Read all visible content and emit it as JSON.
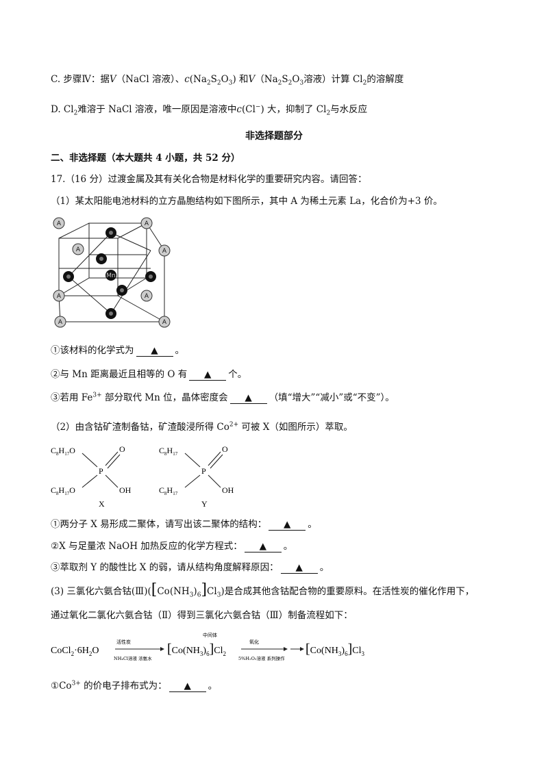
{
  "optionC": {
    "prefix": "C. 步骤Ⅳ：据",
    "v1": "V",
    "p1": "（NaCl 溶液）、",
    "c": "c",
    "p2": "(Na",
    "s1": "2",
    "p3": "S",
    "s2": "2",
    "p4": "O",
    "s3": "3",
    "p5": ") 和",
    "v2": "V",
    "p6": "（Na",
    "s4": "2",
    "p7": "S",
    "s5": "2",
    "p8": "O",
    "s6": "3",
    "p9": "溶液）计算 Cl",
    "s7": "2",
    "p10": "的溶解度"
  },
  "optionD": {
    "prefix": "D.  Cl",
    "s1": "2",
    "p1": "难溶于 NaCl 溶液，唯一原因是溶液中",
    "c": "c",
    "p2": "(Cl",
    "sup": "−",
    "p3": ") 大，抑制了 Cl",
    "s2": "2",
    "p4": "与水反应"
  },
  "section_title": "非选择题部分",
  "section_heading": "二、非选择题（本大题共 4 小题，共 52 分）",
  "q17": "17.（16 分）过渡金属及其有关化合物是材料化学的重要研究内容。请回答：",
  "q17_1": "（1）某太阳能电池材料的立方晶胞结构如下图所示，其中 A 为稀土元素 La，化合价为+3 价。",
  "crystal": {
    "corner_label": "A",
    "center_label": "Mn"
  },
  "q1_1": {
    "pre": "①该材料的化学式为",
    "blank": "▲",
    "post": "。"
  },
  "q1_2": {
    "pre": "②与 Mn 距离最近且相等的 O 有",
    "blank": "▲",
    "post": "个。"
  },
  "q1_3": {
    "pre": "③若用 Fe",
    "sup": "3+",
    "mid": " 部分取代 Mn 位，晶体密度会",
    "blank": "▲",
    "post": "（填“增大”“减小”或“不变”）。"
  },
  "q17_2": {
    "pre": "（2）由含钴矿渣制备钴，矿渣酸浸所得 Co",
    "sup": "2+",
    "post": " 可被 X（如图所示）萃取。"
  },
  "molecules": {
    "X": {
      "label": "X",
      "g1": "C",
      "g1s": "8",
      "g1b": "H",
      "g1bs": "17",
      "g1c": "O",
      "g2": "C",
      "g2s": "8",
      "g2b": "H",
      "g2bs": "17",
      "g2c": "O",
      "p": "P",
      "o": "O",
      "oh": "OH"
    },
    "Y": {
      "label": "Y",
      "g1": "C",
      "g1s": "8",
      "g1b": "H",
      "g1bs": "17",
      "g2": "C",
      "g2s": "8",
      "g2b": "H",
      "g2bs": "17",
      "p": "P",
      "o": "O",
      "oh": "OH"
    }
  },
  "q2_1": {
    "pre": "①两分子 X 易形成二聚体，请写出该二聚体的结构：",
    "blank": "▲",
    "post": "。"
  },
  "q2_2": {
    "pre": "②X 与足量浓 NaOH 加热反应的化学方程式：",
    "blank": "▲",
    "post": "。"
  },
  "q2_3": {
    "pre": "③萃取剂 Y 的酸性比 X 的弱，请从结构角度解释原因：",
    "blank": "▲",
    "post": "。"
  },
  "q17_3": {
    "pre": "(3) 三氯化六氨合钴(Ⅲ)",
    "f1": "Co",
    "f2": "NH",
    "f3": "3",
    "f4": "6",
    "f5": "Cl",
    "f6": "3",
    "post": "是合成其他含钴配合物的重要原料。在活性炭的催化作用下，"
  },
  "q17_3b": "通过氧化二氯化六氨合钴（Ⅱ）得到三氯化六氨合钴（Ⅲ）制备流程如下：",
  "flow": {
    "start": "CoCl",
    "start_s": "2",
    "start_b": "·6H",
    "start_bs": "2",
    "start_c": "O",
    "a1_top": "活性炭",
    "a1_bottom": "NH₄Cl溶液 浓氨水",
    "inter_label": "中间体",
    "mid1": "Co",
    "mid2": "NH",
    "mid3": "3",
    "mid4": "6",
    "mid5": "Cl",
    "mid6": "2",
    "a2_top": "氧化",
    "a2_bottom": "5%H₂O₂溶液 系列操作",
    "end1": "Co",
    "end2": "NH",
    "end3": "3",
    "end4": "6",
    "end5": "Cl",
    "end6": "3"
  },
  "q3_1": {
    "pre": "①Co",
    "sup": "3+",
    "mid": " 的价电子排布式为：",
    "blank": "▲",
    "post": "。"
  }
}
